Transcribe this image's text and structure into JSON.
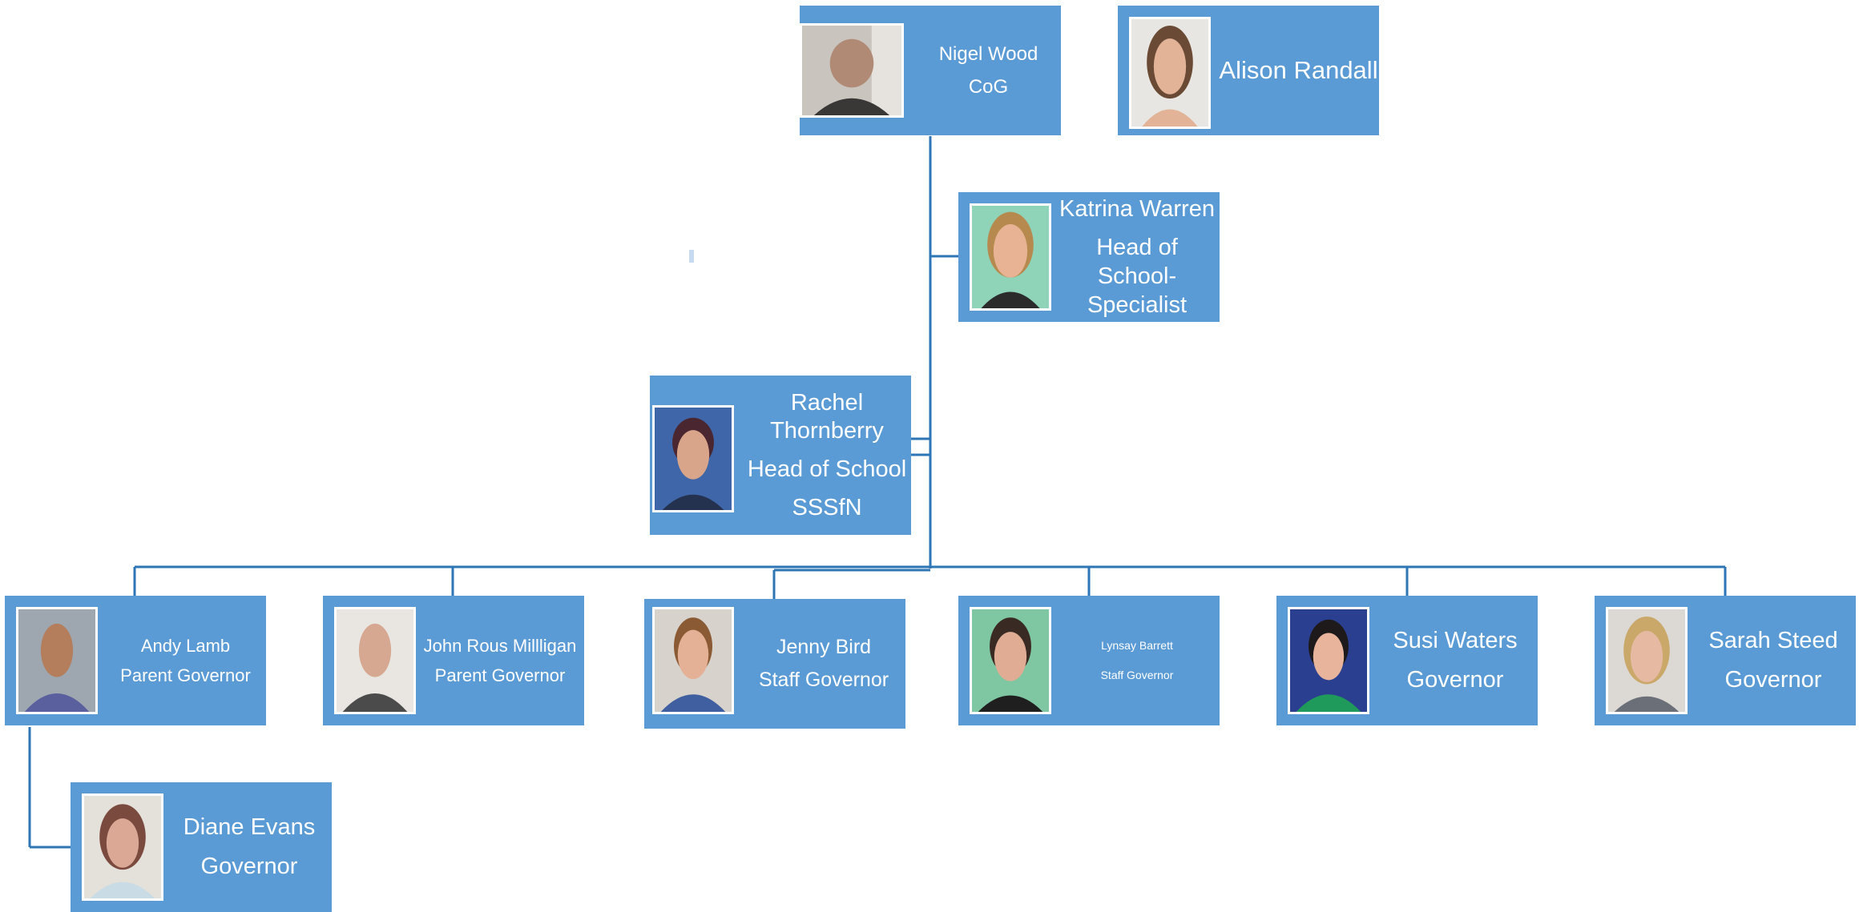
{
  "colors": {
    "box": "#5B9BD5",
    "connector": "#2E75B6",
    "text": "#FFFFFF",
    "speck": "#C6D9F0"
  },
  "nodes": [
    {
      "id": "nigel-wood",
      "name": "Nigel Wood",
      "role": "CoG",
      "photo": "person-photo"
    },
    {
      "id": "alison-randall",
      "name": "Alison Randall",
      "role": "",
      "photo": "person-photo"
    },
    {
      "id": "katrina-warren",
      "name": "Katrina Warren",
      "role": "Head of School-Specialist",
      "photo": "person-photo"
    },
    {
      "id": "rachel-thornberry",
      "name": "Rachel Thornberry",
      "role": "Head of School",
      "role2": "SSSfN",
      "photo": "person-photo"
    },
    {
      "id": "andy-lamb",
      "name": "Andy Lamb",
      "role": "Parent Governor",
      "photo": "person-photo"
    },
    {
      "id": "john-rous-millligan",
      "name": "John Rous Millligan",
      "role": "Parent Governor",
      "photo": "person-photo"
    },
    {
      "id": "jenny-bird",
      "name": "Jenny Bird",
      "role": "Staff Governor",
      "photo": "person-photo"
    },
    {
      "id": "lynsay-barrett",
      "name": "Lynsay Barrett",
      "role": "Staff Governor",
      "photo": "person-photo"
    },
    {
      "id": "susi-waters",
      "name": "Susi Waters",
      "role": "Governor",
      "photo": "person-photo"
    },
    {
      "id": "sarah-steed",
      "name": "Sarah Steed",
      "role": "Governor",
      "photo": "person-photo"
    },
    {
      "id": "diane-evans",
      "name": "Diane Evans",
      "role": "Governor",
      "photo": "person-photo"
    }
  ]
}
